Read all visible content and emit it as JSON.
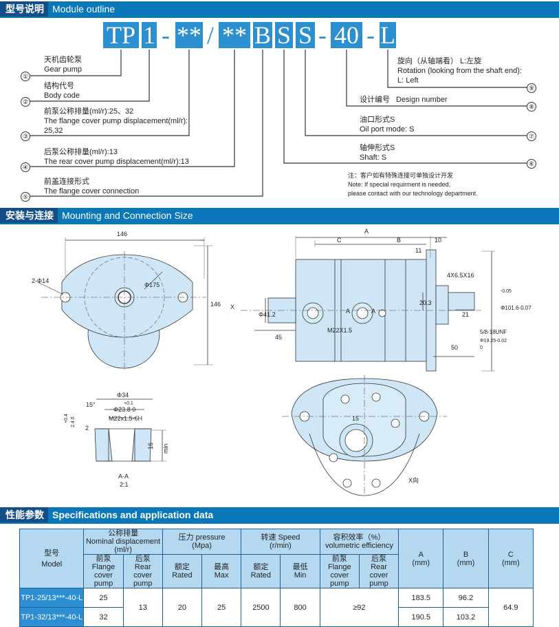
{
  "sections": {
    "outline": {
      "cn": "型号说明",
      "en": "Module outline"
    },
    "mounting": {
      "cn": "安装与连接",
      "en": "Mounting and Connection Size"
    },
    "specs": {
      "cn": "性能参数",
      "en": "Specifications and application data"
    }
  },
  "code": {
    "tp": "TP",
    "one": "1",
    "d1": "-",
    "pf": "**",
    "slash": "/",
    "pr": "**",
    "b": "B",
    "s1": "S",
    "s2": "S",
    "d2": "-",
    "n40": "40",
    "d3": "-",
    "l": "L"
  },
  "callouts": {
    "c1": {
      "num": "①",
      "cn": "天机齿轮泵",
      "en": "Gear pump"
    },
    "c2": {
      "num": "②",
      "cn": "结构代号",
      "en": "Body code"
    },
    "c3": {
      "num": "③",
      "cn": "前泵公称排量(ml/r):25、32",
      "en": "The flange cover pump displacement(ml/r):",
      "en2": "25,32"
    },
    "c4": {
      "num": "④",
      "cn": "后泵公称排量(ml/r):13",
      "en": "The rear cover pump displacement(ml/r):13"
    },
    "c5": {
      "num": "⑤",
      "cn": "前盖连接形式",
      "en": "The flange cover connection"
    },
    "c6": {
      "num": "⑥",
      "cn": "轴伸形式S",
      "en": "Shaft: S"
    },
    "c7": {
      "num": "⑦",
      "cn": "油口形式S",
      "en": "Oil port mode: S"
    },
    "c8": {
      "num": "⑧",
      "cn": "设计编号",
      "en": "Design number"
    },
    "c9": {
      "num": "⑨",
      "cn": "旋向（从轴端看） L:左旋",
      "en": "Rotation (looking from the shaft end):",
      "en2": "L: Left"
    }
  },
  "note": {
    "cn": "注：客户如有特殊连接可单独设计开发",
    "en1": "Note: If special requirment is needed,",
    "en2": "please contact with our technology department."
  },
  "drawing": {
    "front": {
      "w146": "146",
      "h146": "146",
      "hole": "2-Φ14",
      "phi175": "Φ175"
    },
    "side": {
      "A": "A",
      "C": "C",
      "B": "B",
      "d10": "10",
      "d11": "11",
      "key": "4X6.5X16",
      "d20": "20.3",
      "d21": "21",
      "phi412": "Φ41.2",
      "x": "X",
      "m22": "M22X1.5",
      "d45": "45",
      "d50": "50",
      "unf": "5/8-18UNF",
      "phi19": "Φ19.25-0.02",
      "phi101": "Φ101.6-0.07",
      "tol": "-0.05",
      "zero": "0",
      "a1": "A",
      "a2": "A"
    },
    "section": {
      "phi34": "Φ34",
      "deg": "15°",
      "tol": "+0.1",
      "phi23": "Φ23.8 0",
      "m22": "M22x1.5-6H",
      "t2": "+0.4",
      "t2b": "2.4 0",
      "d2": "2",
      "d16": "16",
      "min": "min",
      "aa": "A-A",
      "scale": "2:1"
    },
    "bottom": {
      "d15": "15",
      "view": "X向"
    }
  },
  "table": {
    "h_model_cn": "型号",
    "h_model_en": "Model",
    "h_disp_cn": "公称排量",
    "h_disp_en": "Nominal displacement",
    "h_disp_unit": "(ml/r)",
    "h_front_cn": "前泵",
    "h_front_en1": "Flange",
    "h_front_en2": "cover pump",
    "h_rear_cn": "后泵",
    "h_rear_en1": "Rear",
    "h_rear_en2": "cover pump",
    "h_press_cn": "压力 pressure",
    "h_press_unit": "(Mpa)",
    "h_rated_cn": "额定",
    "h_rated_en": "Rated",
    "h_max_cn": "最高",
    "h_max_en": "Max",
    "h_speed_cn": "转速 Speed",
    "h_speed_unit": "(r/min)",
    "h_srated_cn": "额定",
    "h_srated_en": "Rated",
    "h_min_cn": "最低",
    "h_min_en": "Min",
    "h_eff_cn": "容积效率（%）",
    "h_eff_en": "volumetric efficiency",
    "h_efront_cn": "前泵",
    "h_efront_en1": "Flange",
    "h_efront_en2": "cover pump",
    "h_erear_cn": "后泵",
    "h_erear_en1": "Rear",
    "h_erear_en2": "cover pump",
    "h_A": "A",
    "h_B": "B",
    "h_C": "C",
    "h_mm": "(mm)",
    "rows": [
      {
        "model": "TP1-25/13***-40-L",
        "front": "25",
        "A": "183.5",
        "B": "96.2"
      },
      {
        "model": "TP1-32/13***-40-L",
        "front": "32",
        "A": "190.5",
        "B": "103.2"
      }
    ],
    "rear": "13",
    "rated": "20",
    "max": "25",
    "srated": "2500",
    "smin": "800",
    "eff": "≥92",
    "C": "64.9"
  }
}
